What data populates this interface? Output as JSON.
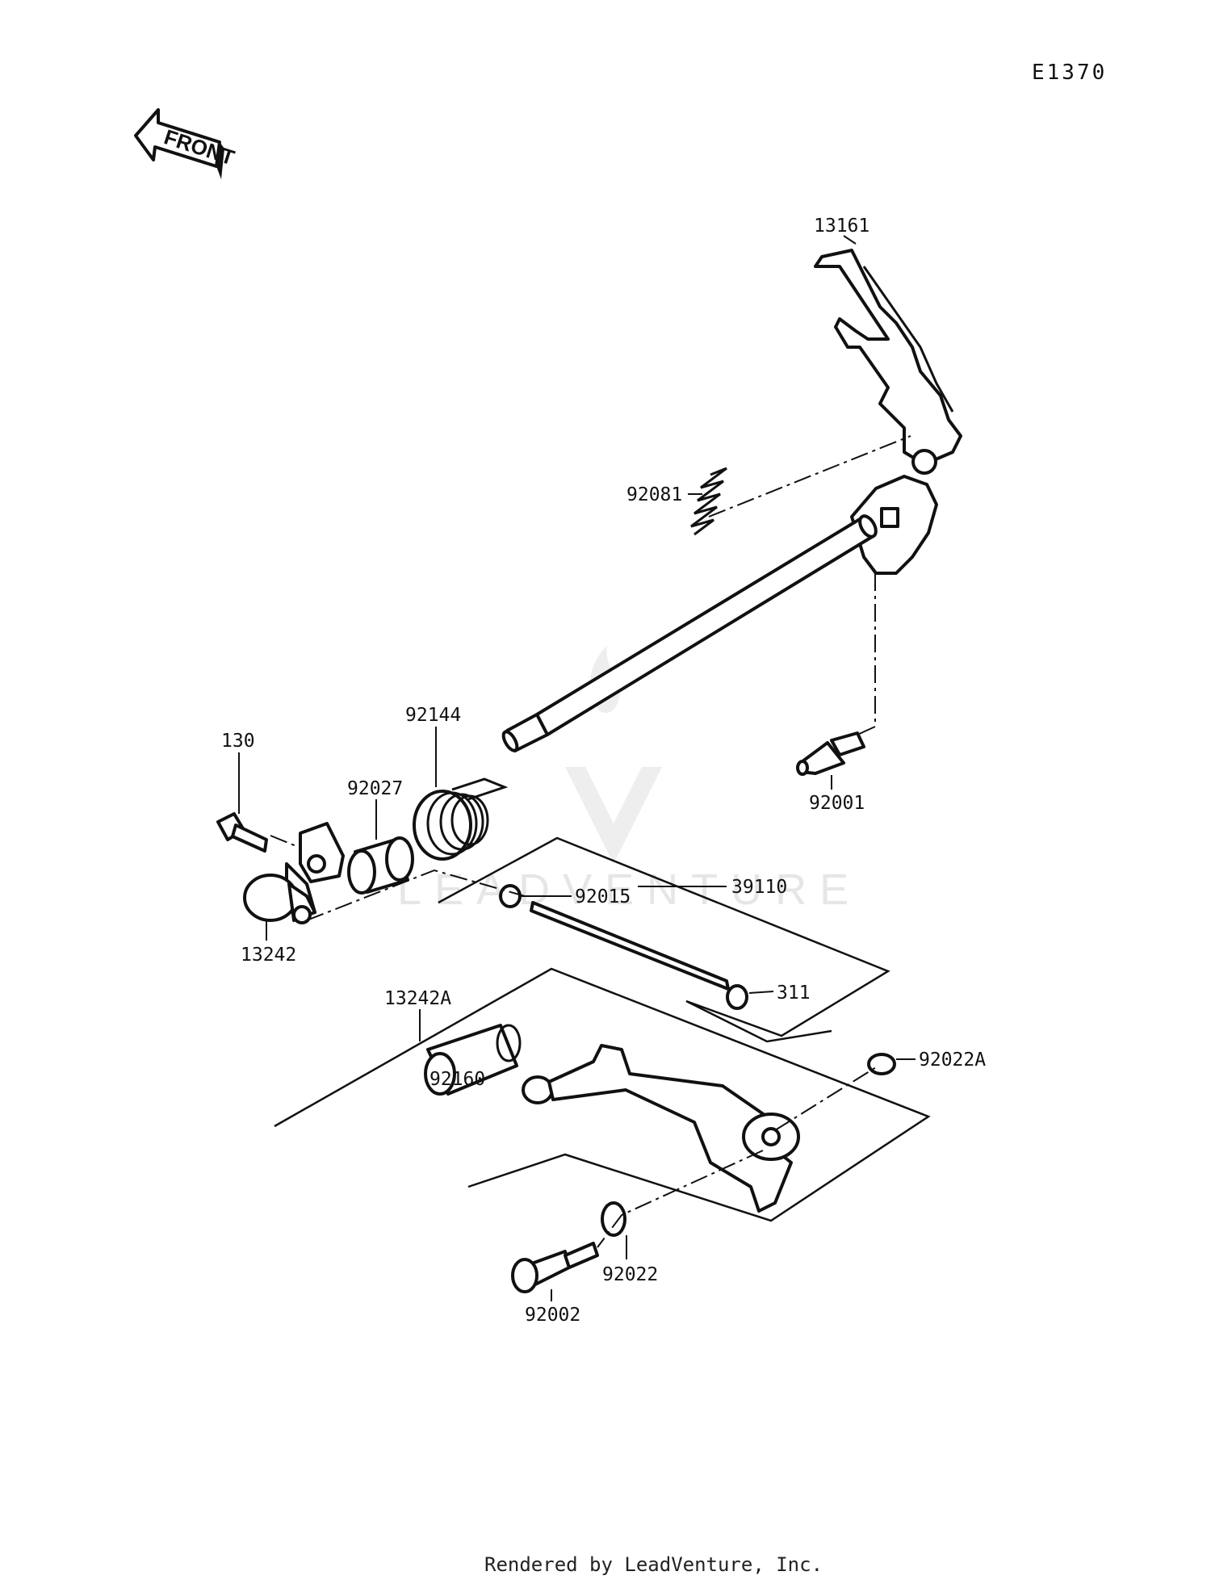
{
  "diagram_code": "E1370",
  "front_label": "FRONT",
  "watermark": "LEADVENTURE",
  "footer": "Rendered by LeadVenture, Inc.",
  "parts": {
    "p13161": "13161",
    "p92081": "92081",
    "p92001": "92001",
    "p92144": "92144",
    "p130": "130",
    "p92027": "92027",
    "p13242": "13242",
    "p92015": "92015",
    "p39110": "39110",
    "p311": "311",
    "p13242A": "13242A",
    "p92160": "92160",
    "p92022A": "92022A",
    "p92022": "92022",
    "p92002": "92002"
  }
}
